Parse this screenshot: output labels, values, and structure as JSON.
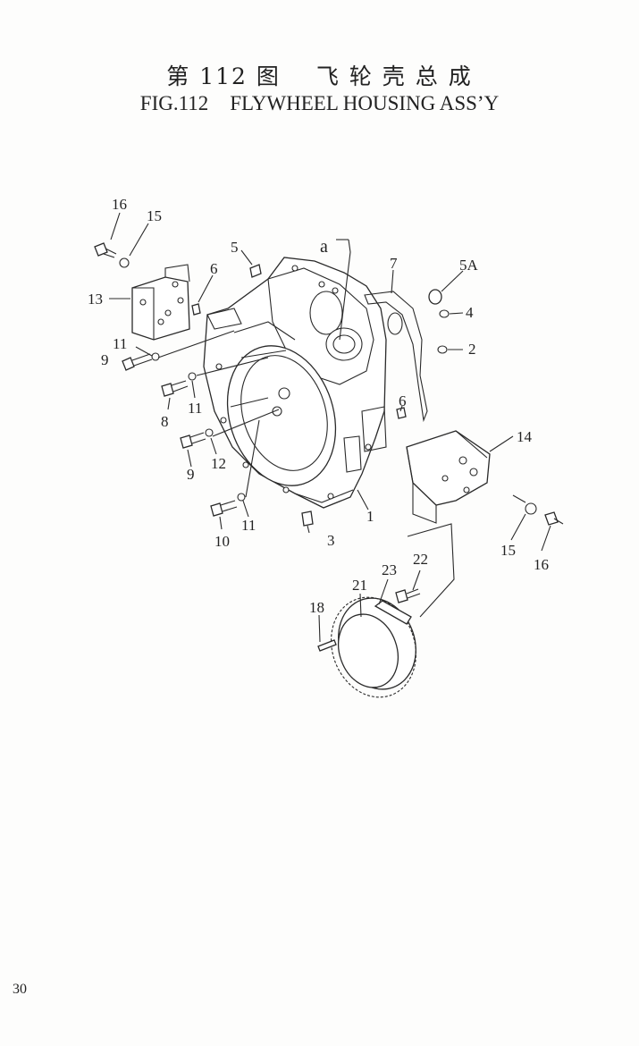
{
  "title": {
    "cn_fig": "第 112 图",
    "cn_name": "飞 轮 壳 总 成",
    "en_fig": "FIG.112",
    "en_name": "FLYWHEEL HOUSING ASS’Y"
  },
  "callouts": {
    "c1": "1",
    "c2": "2",
    "c3": "3",
    "c4": "4",
    "c5": "5",
    "c5a": "5A",
    "c6a": "6",
    "c6b": "6",
    "c7": "7",
    "c8": "8",
    "c9a": "9",
    "c9b": "9",
    "c10": "10",
    "c11a": "11",
    "c11b": "11",
    "c11c": "11",
    "c12": "12",
    "c13": "13",
    "c14": "14",
    "c15a": "15",
    "c15b": "15",
    "c16a": "16",
    "c16b": "16",
    "c18": "18",
    "c21": "21",
    "c22": "22",
    "c23": "23",
    "ca": "a"
  },
  "page_number": "30"
}
